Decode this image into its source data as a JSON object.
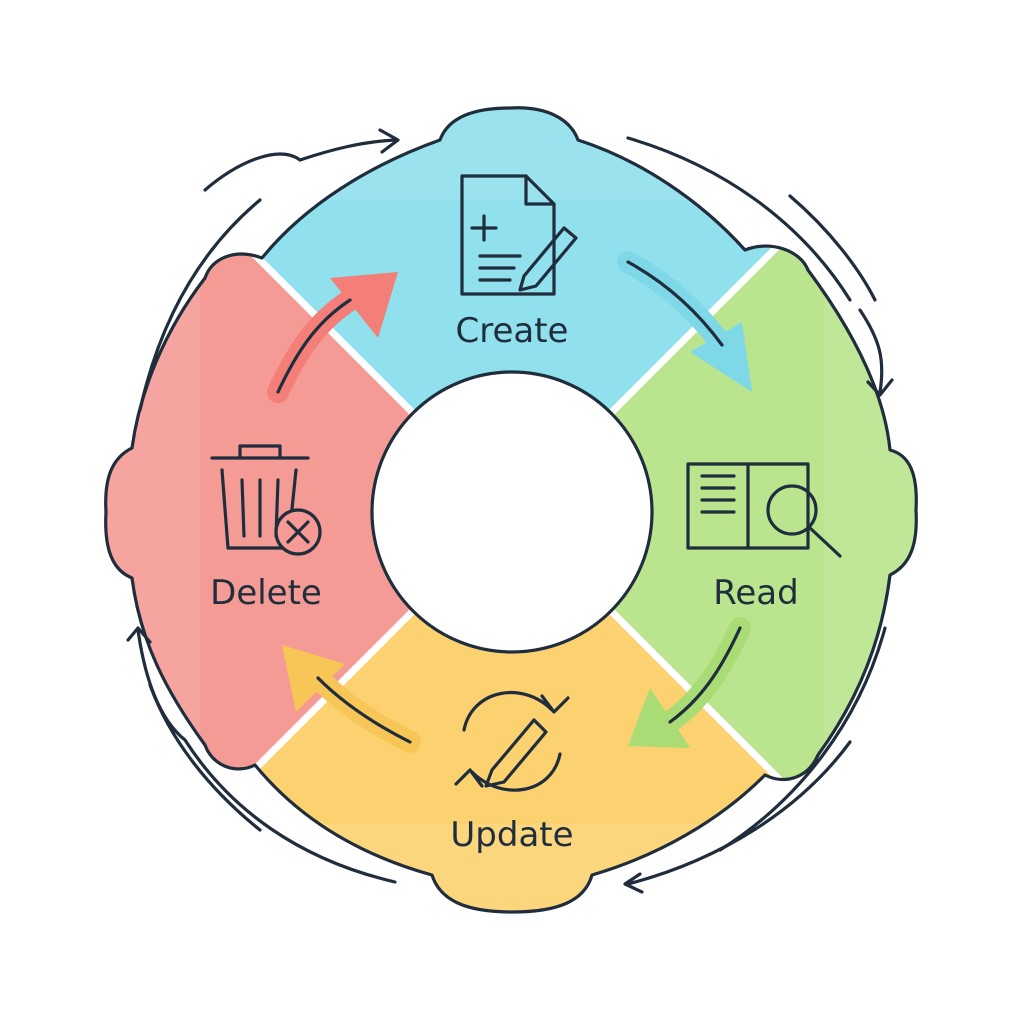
{
  "diagram": {
    "segments": [
      {
        "id": "create",
        "label": "Create",
        "color": "#8fe0ec",
        "icon": "document-plus-pencil-icon"
      },
      {
        "id": "read",
        "label": "Read",
        "color": "#b9e38c",
        "icon": "book-magnifier-icon"
      },
      {
        "id": "update",
        "label": "Update",
        "color": "#fbd16e",
        "icon": "pencil-refresh-icon"
      },
      {
        "id": "delete",
        "label": "Delete",
        "color": "#f59a95",
        "icon": "trash-x-icon"
      }
    ],
    "outline_color": "#1f2d3d",
    "inner_arrows": "clockwise",
    "outer_arrows": "clockwise"
  }
}
